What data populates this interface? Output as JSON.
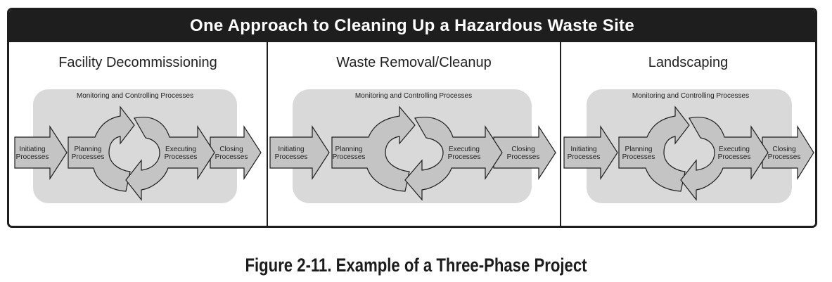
{
  "title": "One Approach to Cleaning Up a Hazardous Waste Site",
  "phases": [
    {
      "name": "Facility Decommissioning"
    },
    {
      "name": "Waste Removal/Cleanup"
    },
    {
      "name": "Landscaping"
    }
  ],
  "cycle": {
    "monitoring": "Monitoring and Controlling Processes",
    "initiating": [
      "Initiating",
      "Processes"
    ],
    "planning": [
      "Planning",
      "Processes"
    ],
    "executing": [
      "Executing",
      "Processes"
    ],
    "closing": [
      "Closing",
      "Processes"
    ]
  },
  "caption": "Figure 2-11. Example of a Three-Phase Project",
  "colors": {
    "frame": "#1e1e1e",
    "monitor_bg": "#d9d9d9",
    "arrow_fill": "#c4c4c4",
    "stroke": "#1e1e1e"
  }
}
